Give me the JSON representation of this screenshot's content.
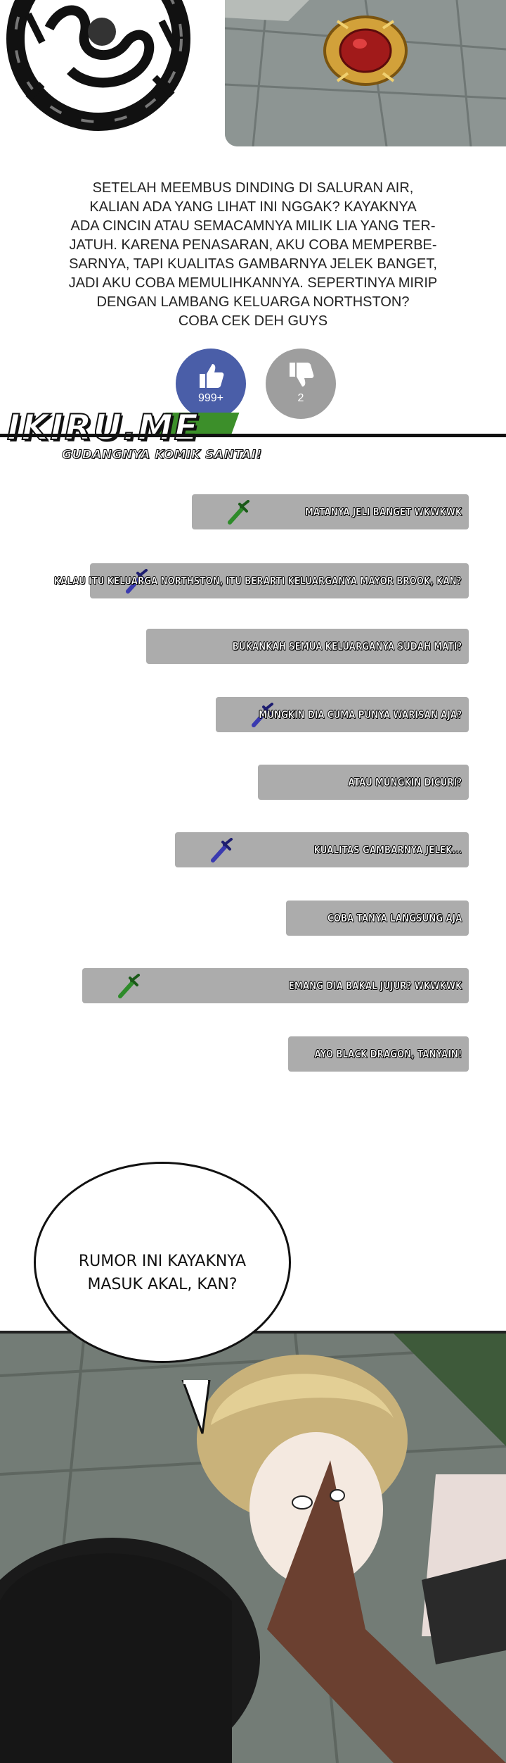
{
  "post": {
    "text": "SETELAH MEEMBUS DINDING DI SALURAN AIR,\nKALIAN ADA YANG LIHAT INI NGGAK? KAYAKNYA\nADA CINCIN ATAU SEMACAMNYA MILIK LIA YANG TER-\nJATUH. KARENA PENASARAN, AKU COBA MEMPERBE-\nSARNYA, TAPI KUALITAS GAMBARNYA JELEK BANGET,\nJADI AKU COBA MEMULIHKANNYA. SEPERTINYA MIRIP\nDENGAN LAMBANG KELUARGA NORTHSTON?\nCOBA CEK DEH GUYS"
  },
  "votes": {
    "likes": "999+",
    "dislikes": "2"
  },
  "watermark": {
    "logo": "IKIRU.ME",
    "tagline": "GUDANGNYA KOMIK SANTAI!"
  },
  "comments": [
    {
      "text": "MATANYA JELI BANGET WKWKWK",
      "sword": "green"
    },
    {
      "text": "KALAU ITU KELUARGA NORTHSTON, ITU BERARTI KELUARGANYA MAYOR BROOK, KAN?",
      "sword": "blue"
    },
    {
      "text": "BUKANKAH SEMUA KELUARGANYA SUDAH MATI?",
      "sword": "none"
    },
    {
      "text": "MUNGKIN DIA CUMA PUNYA WARISAN AJA?",
      "sword": "blue"
    },
    {
      "text": "ATAU MUNGKIN DICURI?",
      "sword": "none"
    },
    {
      "text": "KUALITAS GAMBARNYA JELEK...",
      "sword": "blue"
    },
    {
      "text": "COBA TANYA LANGSUNG AJA",
      "sword": "none"
    },
    {
      "text": "EMANG DIA BAKAL JUJUR? WKWKWK",
      "sword": "green"
    },
    {
      "text": "AYO BLACK DRAGON, TANYAIN!",
      "sword": "none"
    }
  ],
  "bubble": {
    "text": "RUMOR INI KAYAKNYA\nMASUK AKAL, KAN?"
  },
  "icons": {
    "like": "thumbs-up-icon",
    "dislike": "thumbs-down-icon",
    "green_sword": "green-sword-icon",
    "blue_sword": "blue-sword-icon"
  },
  "colors": {
    "like_bg": "#4a5ea8",
    "dislike_bg": "#9e9e9e",
    "comment_bg": "#acacac",
    "green_sword": "#2e8b2a",
    "blue_sword": "#3a3ab0"
  }
}
